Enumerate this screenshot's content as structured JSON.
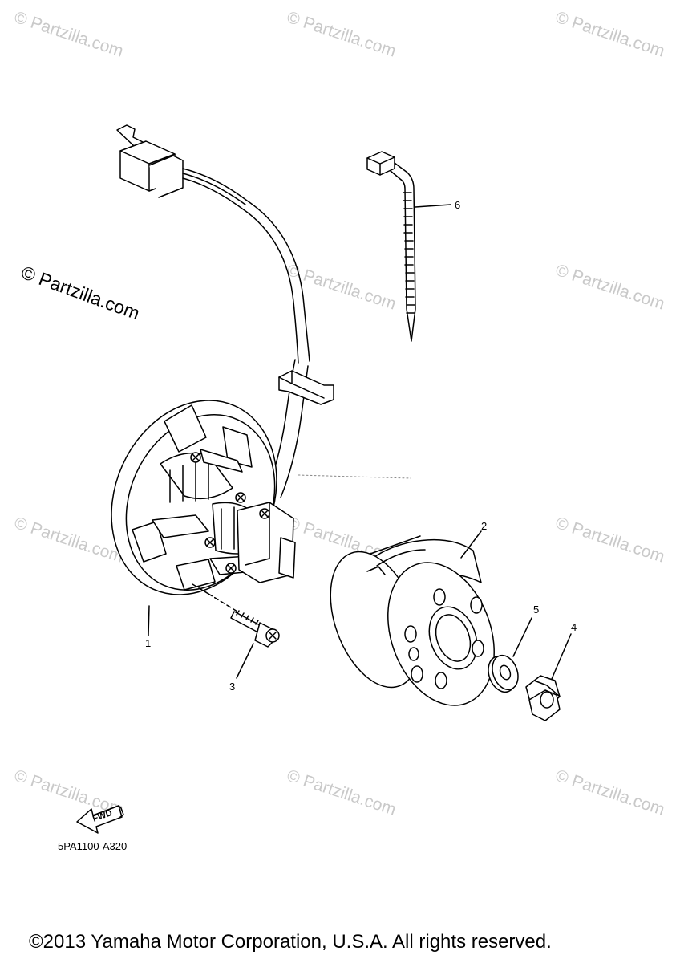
{
  "watermark": "© Partzilla.com",
  "watermark_primary": "© Partzilla.com",
  "callouts": [
    "1",
    "2",
    "3",
    "4",
    "5",
    "6"
  ],
  "fwd_label": "FWD",
  "diagram_code": "5PA1100-A320",
  "copyright": "©2013 Yamaha Motor Corporation, U.S.A. All rights reserved."
}
